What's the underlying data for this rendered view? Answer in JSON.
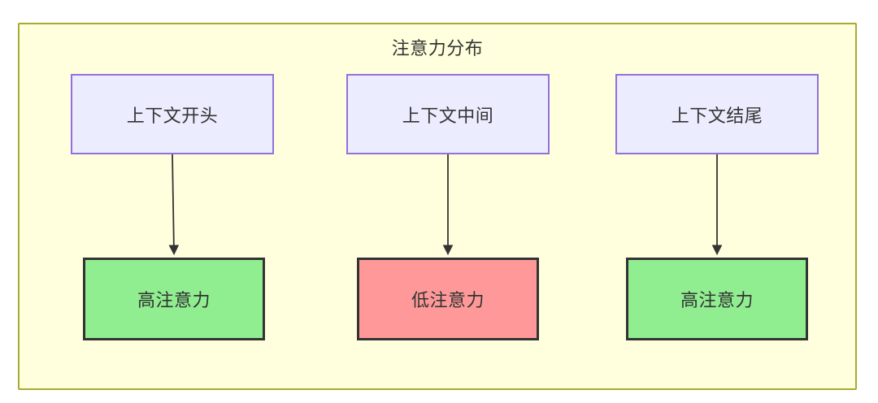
{
  "diagram": {
    "title": "注意力分布",
    "background_color": "#ffffde",
    "border_color": "#aaaa33",
    "canvas_color": "#ffffff"
  },
  "nodes": {
    "context": [
      {
        "id": "context-start",
        "label": "上下文开头",
        "fill": "#ececff",
        "stroke": "#9370db"
      },
      {
        "id": "context-middle",
        "label": "上下文中间",
        "fill": "#ececff",
        "stroke": "#9370db"
      },
      {
        "id": "context-end",
        "label": "上下文结尾",
        "fill": "#ececff",
        "stroke": "#9370db"
      }
    ],
    "attention": [
      {
        "id": "attention-high-start",
        "label": "高注意力",
        "fill": "#90ee90",
        "stroke": "#333333",
        "level": "high"
      },
      {
        "id": "attention-low-middle",
        "label": "低注意力",
        "fill": "#ff9999",
        "stroke": "#333333",
        "level": "low"
      },
      {
        "id": "attention-high-end",
        "label": "高注意力",
        "fill": "#90ee90",
        "stroke": "#333333",
        "level": "high"
      }
    ]
  },
  "edges": [
    {
      "from": "context-start",
      "to": "attention-high-start",
      "style": "arrow-down"
    },
    {
      "from": "context-middle",
      "to": "attention-low-middle",
      "style": "arrow-down"
    },
    {
      "from": "context-end",
      "to": "attention-high-end",
      "style": "arrow-down"
    }
  ],
  "chart_data": {
    "type": "bar",
    "title": "注意力分布",
    "categories": [
      "上下文开头",
      "上下文中间",
      "上下文结尾"
    ],
    "values": [
      "高注意力",
      "低注意力",
      "高注意力"
    ],
    "xlabel": "",
    "ylabel": ""
  }
}
